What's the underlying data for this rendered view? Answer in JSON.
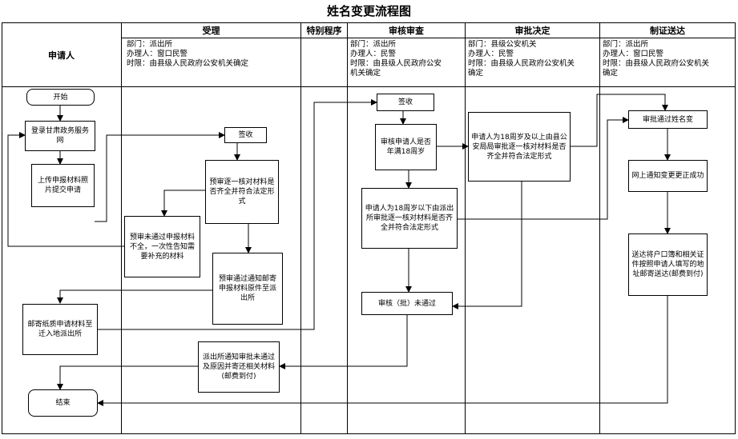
{
  "title": "姓名变更流程图",
  "columns": {
    "applicant": "申请人",
    "accept": "受理",
    "special": "特别程序",
    "review": "审核审查",
    "decision": "审批决定",
    "deliver": "制证送达"
  },
  "info": {
    "accept": {
      "dept": "部门：派出所",
      "handler": "办理人：窗口民警",
      "limit": "时限：由县级人民政府公安机关确定"
    },
    "review": {
      "dept": "部门：派出所",
      "handler": "办理人：民警",
      "limit_1": "时限：由县级人民政府公安",
      "limit_2": "机关确定"
    },
    "decision": {
      "dept": "部门：县级公安机关",
      "handler": "办理人：民警",
      "limit_1": "时限：由县级人民政府公安机关",
      "limit_2": "确定"
    },
    "deliver": {
      "dept": "部门：派出所",
      "handler": "办理人：窗口民警",
      "limit_1": "时限：由县级人民政府公安机关",
      "limit_2": "确定"
    }
  },
  "nodes": {
    "start": "开始",
    "login": "登录甘肃政务服务网",
    "upload": "上传申报材料照片提交申请",
    "receive": "签收",
    "precheck": "预审逐一核对材料是否齐全并符合法定形式",
    "pre_fail": "预审未通过申报材料不全，一次性告知需要补充的材料",
    "pre_pass": "预审通过通知邮寄申报材料原件至派出所",
    "mail": "邮寄纸质申请材料至迁入地派出所",
    "sign2": "签收",
    "age_check": "审核申请人是否年满18周岁",
    "under18": "申请人为18周岁以下由派出所审批逐一核对材料是否齐全并符合法定形式",
    "review_fail": "审核（批）未通过",
    "notify_fail": "派出所通知审批未通过及原因并寄还相关材料(邮费到付)",
    "end": "结束",
    "over18": "申请人为18周岁及以上由县公安局局审批逐一核对材料是否齐全并符合法定形式",
    "approved": "审批通过姓名变",
    "online_notice": "网上通知变更更正成功",
    "deliver": "送达将户口簿和相关证件按照申请人填写的地址邮寄送达(邮费到付)"
  }
}
